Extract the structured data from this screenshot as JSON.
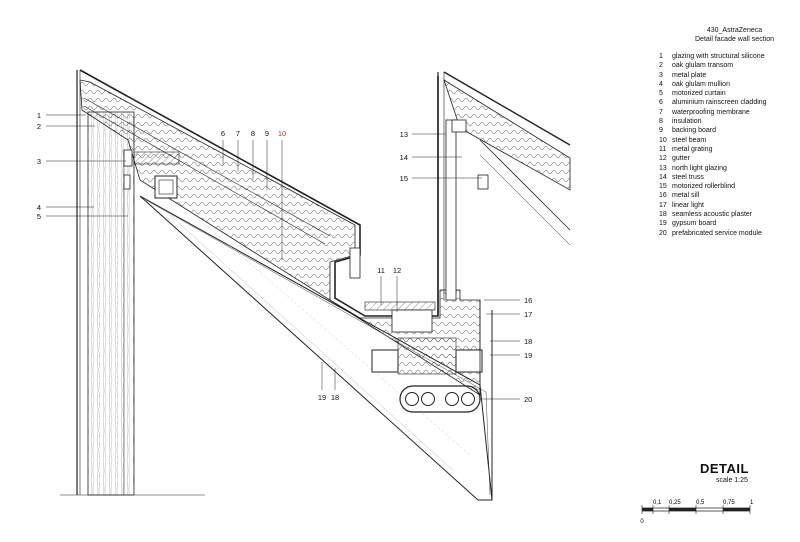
{
  "header": {
    "project": "430_AstraZeneca",
    "subtitle": "Detail facade wall section"
  },
  "legend": [
    {
      "num": "1",
      "text": "glazing with structural silicone"
    },
    {
      "num": "2",
      "text": "oak glulam transom"
    },
    {
      "num": "3",
      "text": "metal plate"
    },
    {
      "num": "4",
      "text": "oak glulam mullion"
    },
    {
      "num": "5",
      "text": "motorized curtain"
    },
    {
      "num": "6",
      "text": "aluminium rainscreen cladding"
    },
    {
      "num": "7",
      "text": "waterproofing membrane"
    },
    {
      "num": "8",
      "text": "insulation"
    },
    {
      "num": "9",
      "text": "backing board"
    },
    {
      "num": "10",
      "text": "steel beam"
    },
    {
      "num": "11",
      "text": "metal grating"
    },
    {
      "num": "12",
      "text": "gutter"
    },
    {
      "num": "13",
      "text": "north light glazing"
    },
    {
      "num": "14",
      "text": "steel truss"
    },
    {
      "num": "15",
      "text": "motorized rollerblind"
    },
    {
      "num": "16",
      "text": "metal sill"
    },
    {
      "num": "17",
      "text": "linear light"
    },
    {
      "num": "18",
      "text": "seamless acoustic plaster"
    },
    {
      "num": "19",
      "text": "gypsum board"
    },
    {
      "num": "20",
      "text": "prefabricated service module"
    }
  ],
  "callouts": {
    "c1": "1",
    "c2": "2",
    "c3": "3",
    "c4": "4",
    "c5": "5",
    "c6": "6",
    "c7": "7",
    "c8": "8",
    "c9": "9",
    "c10": "10",
    "c11": "11",
    "c12": "12",
    "c13": "13",
    "c14": "14",
    "c15": "15",
    "c16": "16",
    "c17": "17",
    "c18a": "18",
    "c19a": "19",
    "c19b": "19",
    "c18b": "18",
    "c20": "20"
  },
  "title": {
    "main": "DETAIL",
    "scale": "scale 1:25"
  },
  "scalebar": {
    "ticks": [
      "0",
      "0,1",
      "0,25",
      "0,5",
      "0,75",
      "1"
    ]
  },
  "colors": {
    "line": "#222222",
    "accent_red": "#c0392b"
  }
}
